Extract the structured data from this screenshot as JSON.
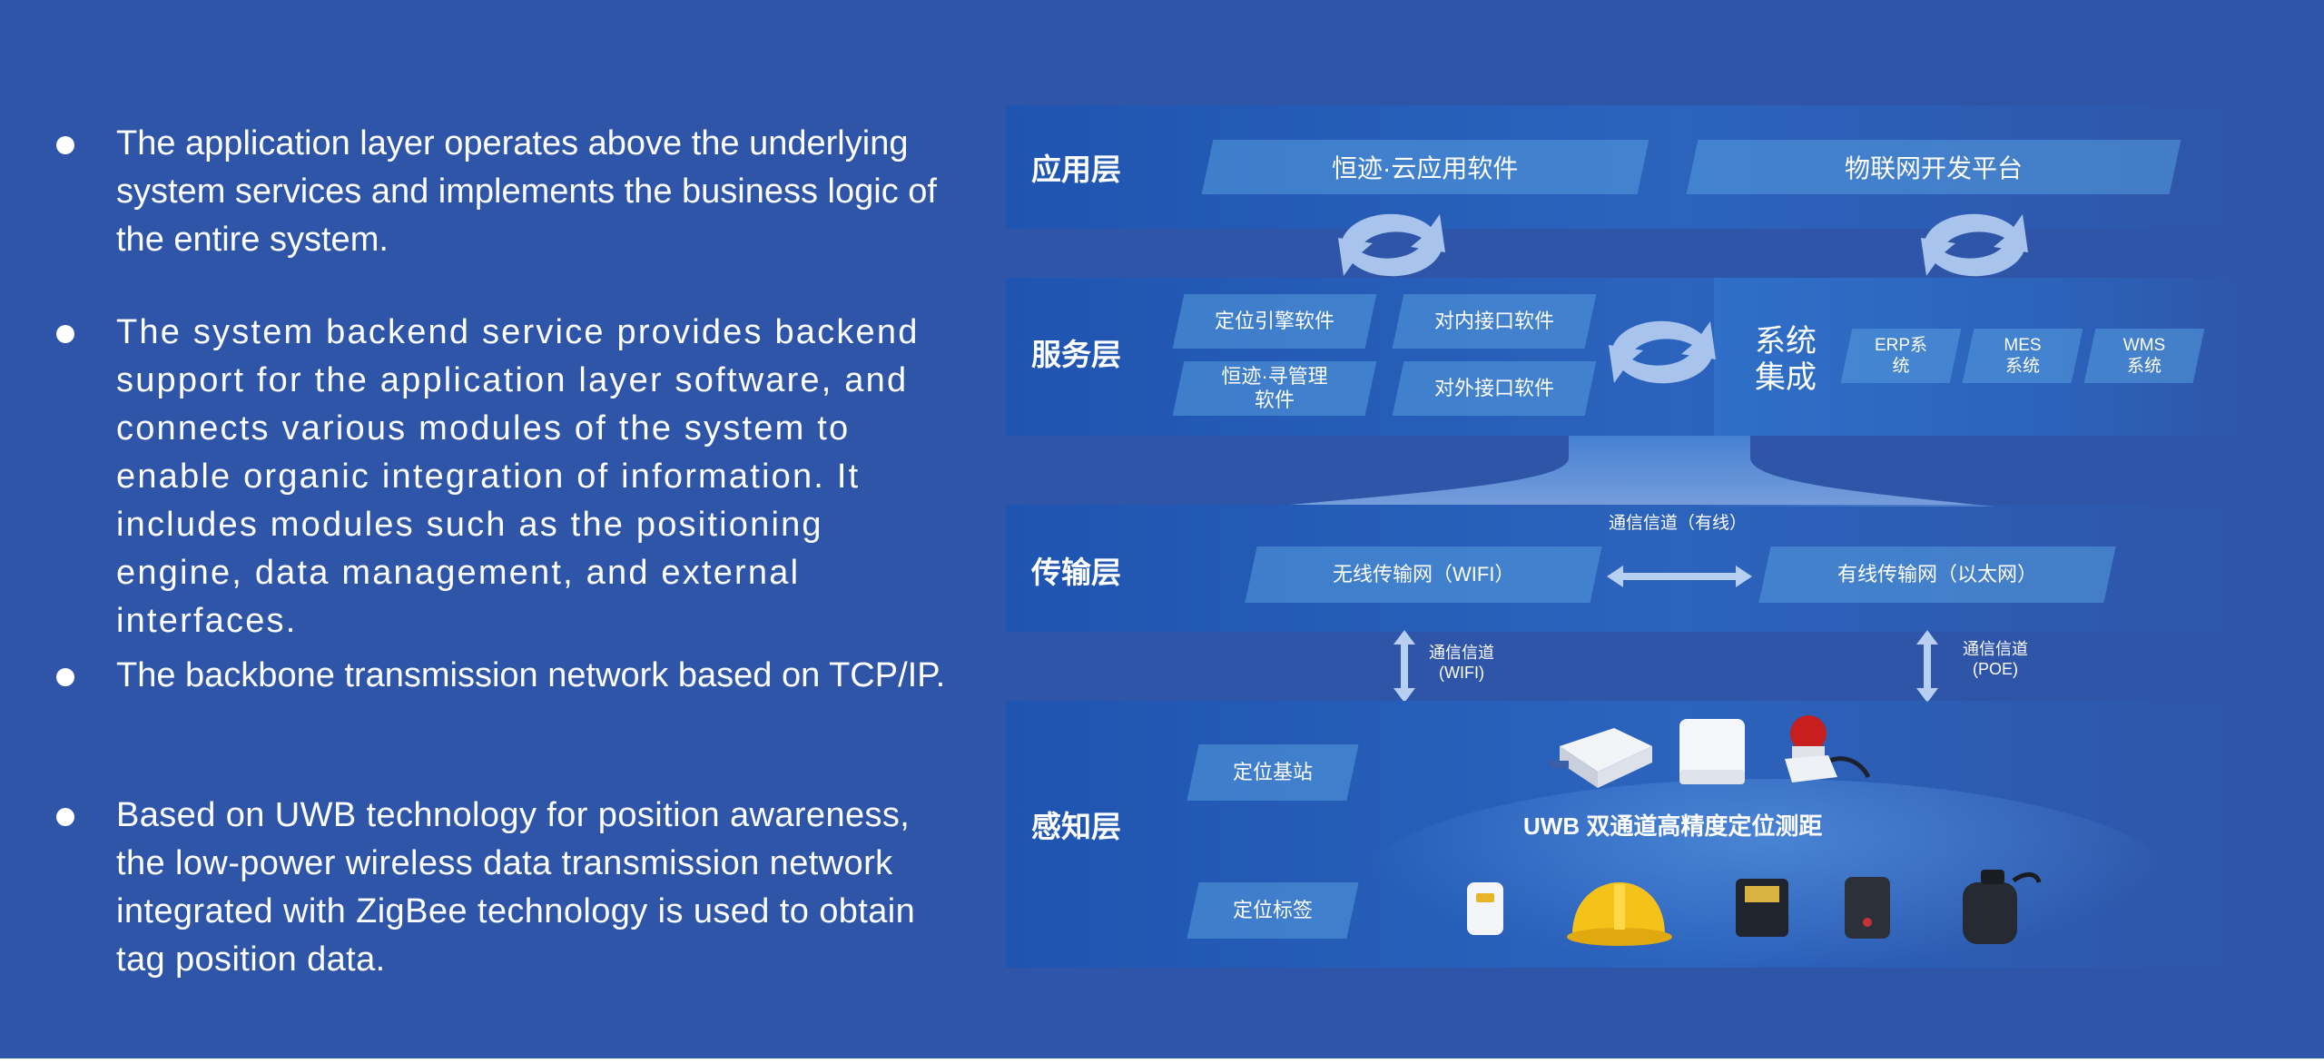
{
  "bullets": [
    "The application layer operates above the underlying system services and implements the business logic of the entire system.",
    "The system backend service provides backend support for the application layer software, and connects various modules of the system to enable organic integration of information. It includes modules such as the positioning engine, data management, and external interfaces.",
    "The backbone transmission network based on TCP/IP.",
    "Based on UWB technology for position awareness, the low-power wireless data transmission network integrated with ZigBee technology is used to obtain tag position data."
  ],
  "diagram": {
    "application_layer": {
      "title": "应用层",
      "items": [
        "恒迹·云应用软件",
        "物联网开发平台"
      ]
    },
    "service_layer": {
      "title": "服务层",
      "items": [
        "定位引擎软件",
        "对内接口软件",
        "恒迹·寻管理软件",
        "对外接口软件"
      ],
      "integration": {
        "title": "系统集成",
        "items": [
          "ERP系统",
          "MES系统",
          "WMS系统"
        ]
      }
    },
    "transport_layer": {
      "title": "传输层",
      "channel_wired": "通信信道（有线）",
      "items": [
        "无线传输网（WIFI）",
        "有线传输网（以太网）"
      ]
    },
    "channels": {
      "wifi": [
        "通信信道",
        "(WIFI)"
      ],
      "poe": [
        "通信信道",
        "(POE)"
      ]
    },
    "perception_layer": {
      "title": "感知层",
      "items": [
        "定位基站",
        "定位标签"
      ],
      "uwb_label": "UWB  双通道高精度定位测距"
    }
  },
  "colors": {
    "background": "#2e55a8",
    "layer": "#1f55b0",
    "box": "#589cde",
    "arrow": "#b7cff0",
    "helmet": "#f5c21a"
  }
}
